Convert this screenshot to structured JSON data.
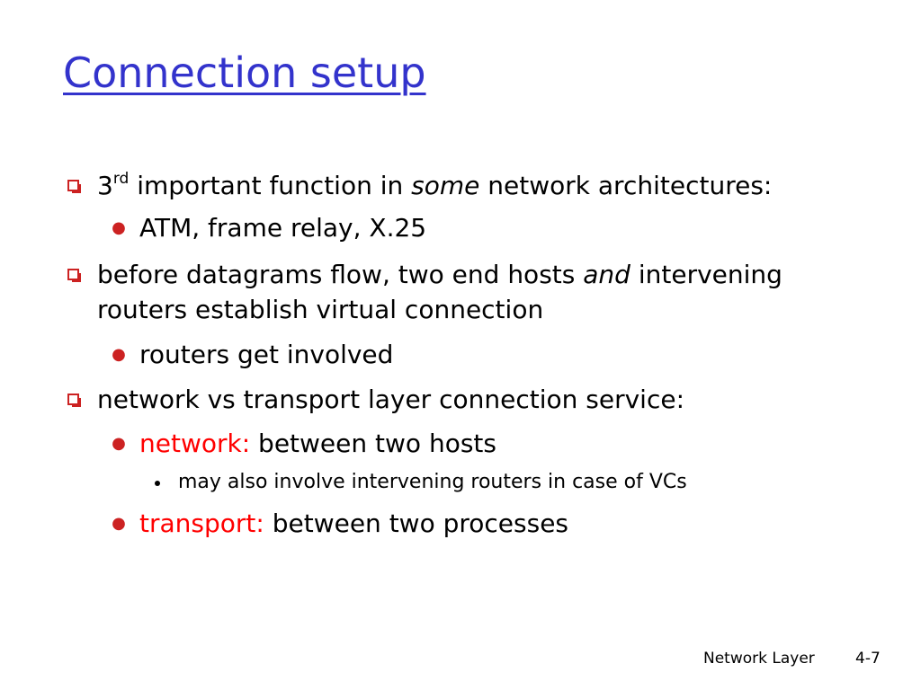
{
  "slide": {
    "title": "Connection setup"
  },
  "bullets": {
    "b1": {
      "prefix": "3",
      "sup": "rd",
      "mid": " important function in ",
      "em": "some",
      "suffix": " network architectures:"
    },
    "b1_1": "ATM, frame relay, X.25",
    "b2": {
      "pre": "before datagrams flow, two end hosts ",
      "em": "and",
      "post": " intervening",
      "line2": "routers establish virtual connection"
    },
    "b2_1": "routers get involved",
    "b3": "network vs transport layer connection service:",
    "b3_1": {
      "label": "network:",
      "rest": " between two hosts"
    },
    "b3_1_1": "may also involve intervening routers in case of VCs",
    "b3_2": {
      "label": "transport:",
      "rest": " between two processes"
    }
  },
  "footer": {
    "section": "Network Layer",
    "page": "4-7"
  },
  "colors": {
    "title": "#3333cc",
    "highlight": "#ff0000",
    "bullet": "#cc2222"
  },
  "icons": {
    "level1_bullet": "box-bullet-icon",
    "level2_bullet": "circle-bullet-icon",
    "level3_bullet": "dot-bullet-icon"
  }
}
